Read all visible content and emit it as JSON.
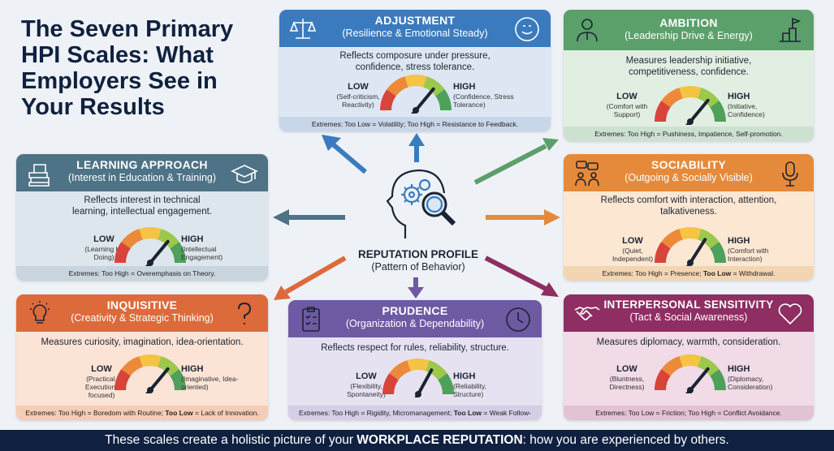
{
  "title": "The Seven Primary HPI Scales: What Employers See in Your Results",
  "center": {
    "title": "REPUTATION PROFILE",
    "subtitle": "(Pattern of Behavior)"
  },
  "footer": {
    "pre": "These scales create a holistic picture of your ",
    "strong": "WORKPLACE REPUTATION",
    "post": ": how you are experienced by others."
  },
  "colors": {
    "blue": "#3a7bbf",
    "green": "#5b9f6b",
    "slate": "#4e7286",
    "orange": "#e58a3a",
    "red": "#dd6a3a",
    "purple": "#6d5aa3",
    "magenta": "#8e2e62"
  },
  "cards": {
    "adjustment": {
      "name": "ADJUSTMENT",
      "sub": "(Resilience & Emotional Steady)",
      "desc": "Reflects composure under pressure, confidence, stress tolerance.",
      "low": "LOW",
      "low_sub": "(Self-criticism, Reactivity)",
      "high": "HIGH",
      "high_sub": "(Confidence, Stress Tolerance)",
      "ext": "Extremes: Too Low = Volatility; Too High = Resistance to Feedback.",
      "level": 0.72
    },
    "ambition": {
      "name": "AMBITION",
      "sub": "(Leadership Drive & Energy)",
      "desc": "Measures leadership initiative, competitiveness, confidence.",
      "low": "LOW",
      "low_sub": "(Comfort with Support)",
      "high": "HIGH",
      "high_sub": "(Initiative, Confidence)",
      "ext": "Extremes: Too High = Pushiness, Impatience, Self-promotion.",
      "level": 0.72
    },
    "learning": {
      "name": "LEARNING APPROACH",
      "sub": "(Interest in Education & Training)",
      "desc": "Reflects interest in technical learning, intellectual engagement.",
      "low": "LOW",
      "low_sub": "(Learning by Doing)",
      "high": "HIGH",
      "high_sub": "(Intellectual Engagement)",
      "ext": "Extremes: Too High = Overemphasis on Theory.",
      "level": 0.72
    },
    "sociability": {
      "name": "SOCIABILITY",
      "sub": "(Outgoing & Socially Visible)",
      "desc": "Reflects comfort with interaction, attention, talkativeness.",
      "low": "LOW",
      "low_sub": "(Quiet, Independent)",
      "high": "HIGH",
      "high_sub": "(Comfort with Interaction)",
      "ext_a": "Extremes: Too High = Presence; ",
      "ext_b": "Too Low",
      "ext_c": " = Withdrawal.",
      "level": 0.68
    },
    "inquisitive": {
      "name": "INQUISITIVE",
      "sub": "(Creativity & Strategic Thinking)",
      "desc": "Measures curiosity, imagination, idea-orientation.",
      "low": "LOW",
      "low_sub": "(Practical, Execution-focused)",
      "high": "HIGH",
      "high_sub": "(Imaginative, Idea-oriented)",
      "ext_a": "Extremes: Too High = Boredom with Routine; ",
      "ext_b": "Too Low",
      "ext_c": " = Lack of Innovation.",
      "level": 0.72
    },
    "prudence": {
      "name": "PRUDENCE",
      "sub": "(Organization & Dependability)",
      "desc": "Reflects respect for rules, reliability, structure.",
      "low": "LOW",
      "low_sub": "(Flexibility, Spontaneity)",
      "high": "HIGH",
      "high_sub": "(Reliability, Structure)",
      "ext_a": "Extremes: Too High = Rigidity, Micromanagement; ",
      "ext_b": "Too Low",
      "ext_c": " = Weak Follow-through.",
      "level": 0.66
    },
    "interpersonal": {
      "name": "INTERPERSONAL SENSITIVITY",
      "sub": "(Tact & Social Awareness)",
      "desc": "Measures diplomacy, warmth, consideration.",
      "low": "LOW",
      "low_sub": "(Bluntness, Directness)",
      "high": "HIGH",
      "high_sub": "(Diplomacy, Consideration)",
      "ext": "Extremes: Too Low = Friction; Too High = Conflict Avoidance.",
      "level": 0.72
    }
  }
}
